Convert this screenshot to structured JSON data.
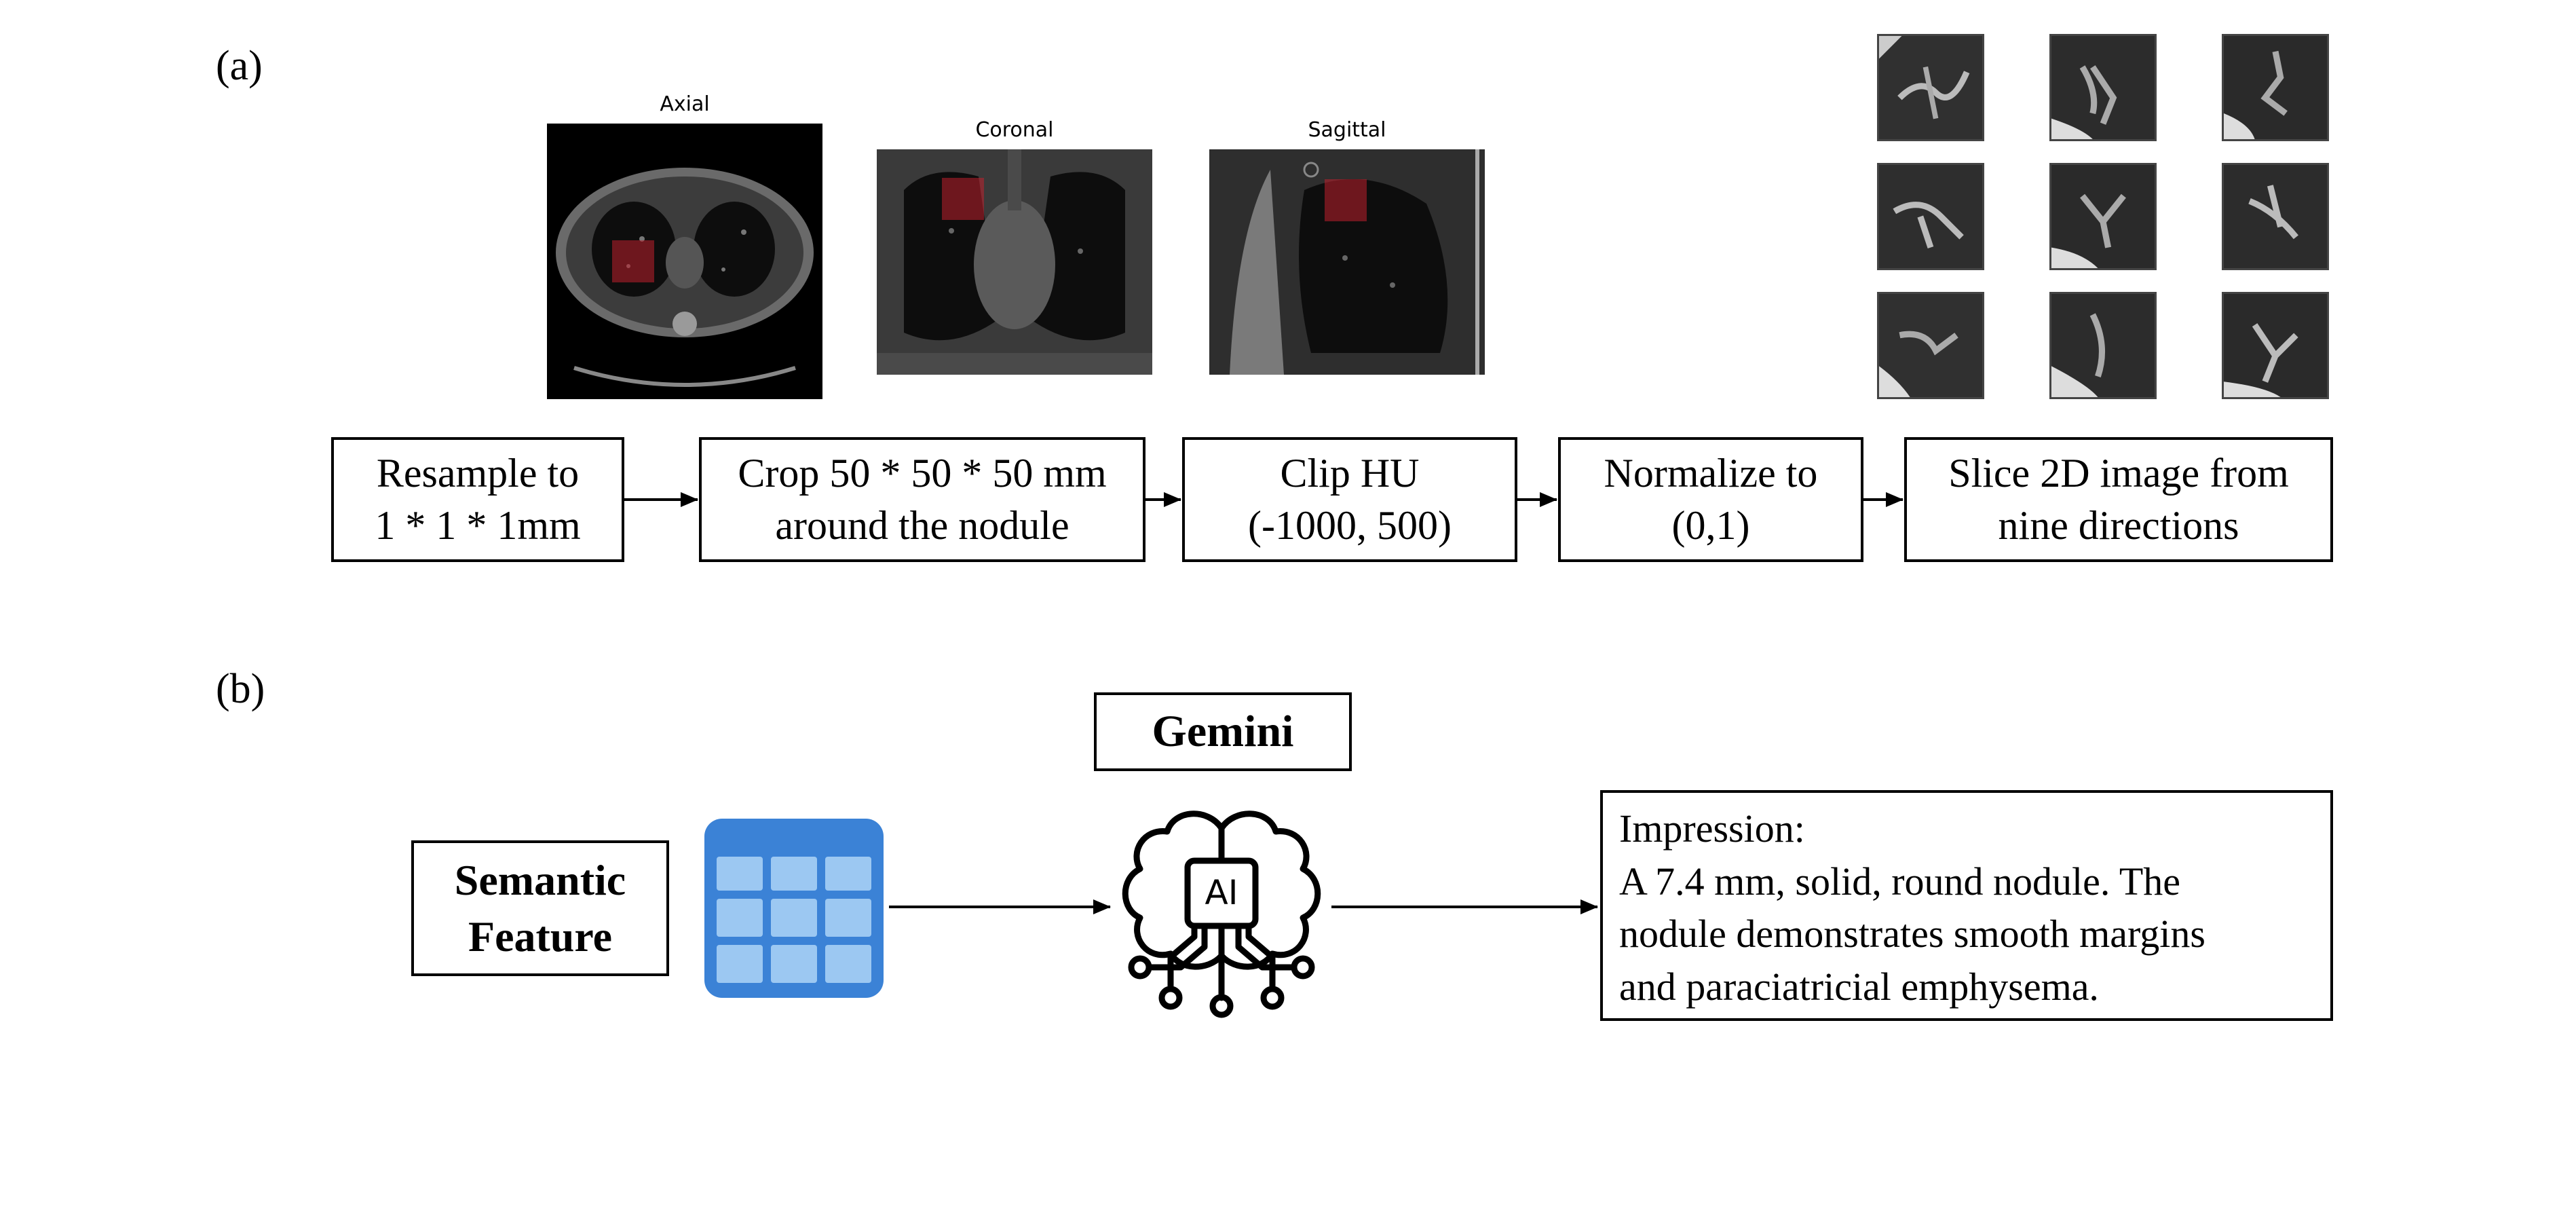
{
  "panel_a": {
    "label": "(a)",
    "views": [
      {
        "title": "Axial"
      },
      {
        "title": "Coronal"
      },
      {
        "title": "Sagittal"
      }
    ],
    "steps": [
      {
        "line1": "Resample to",
        "line2": "1 * 1 * 1mm"
      },
      {
        "line1": "Crop 50 * 50 * 50 mm",
        "line2": "around the nodule"
      },
      {
        "line1": "Clip HU",
        "line2": "(-1000, 500)"
      },
      {
        "line1": "Normalize to",
        "line2": "(0,1)"
      },
      {
        "line1": "Slice 2D image from",
        "line2": "nine directions"
      }
    ]
  },
  "panel_b": {
    "label": "(b)",
    "input_label_line1": "Semantic",
    "input_label_line2": "Feature",
    "model_name": "Gemini",
    "ai_chip_text": "AI",
    "impression": {
      "heading": "Impression:",
      "lines": [
        "A 7.4 mm, solid, round nodule. The",
        "nodule demonstrates smooth margins",
        "and paraciatricial emphysema."
      ]
    },
    "colors": {
      "table_icon": "#3b82d6",
      "highlight": "#c0202e"
    }
  }
}
